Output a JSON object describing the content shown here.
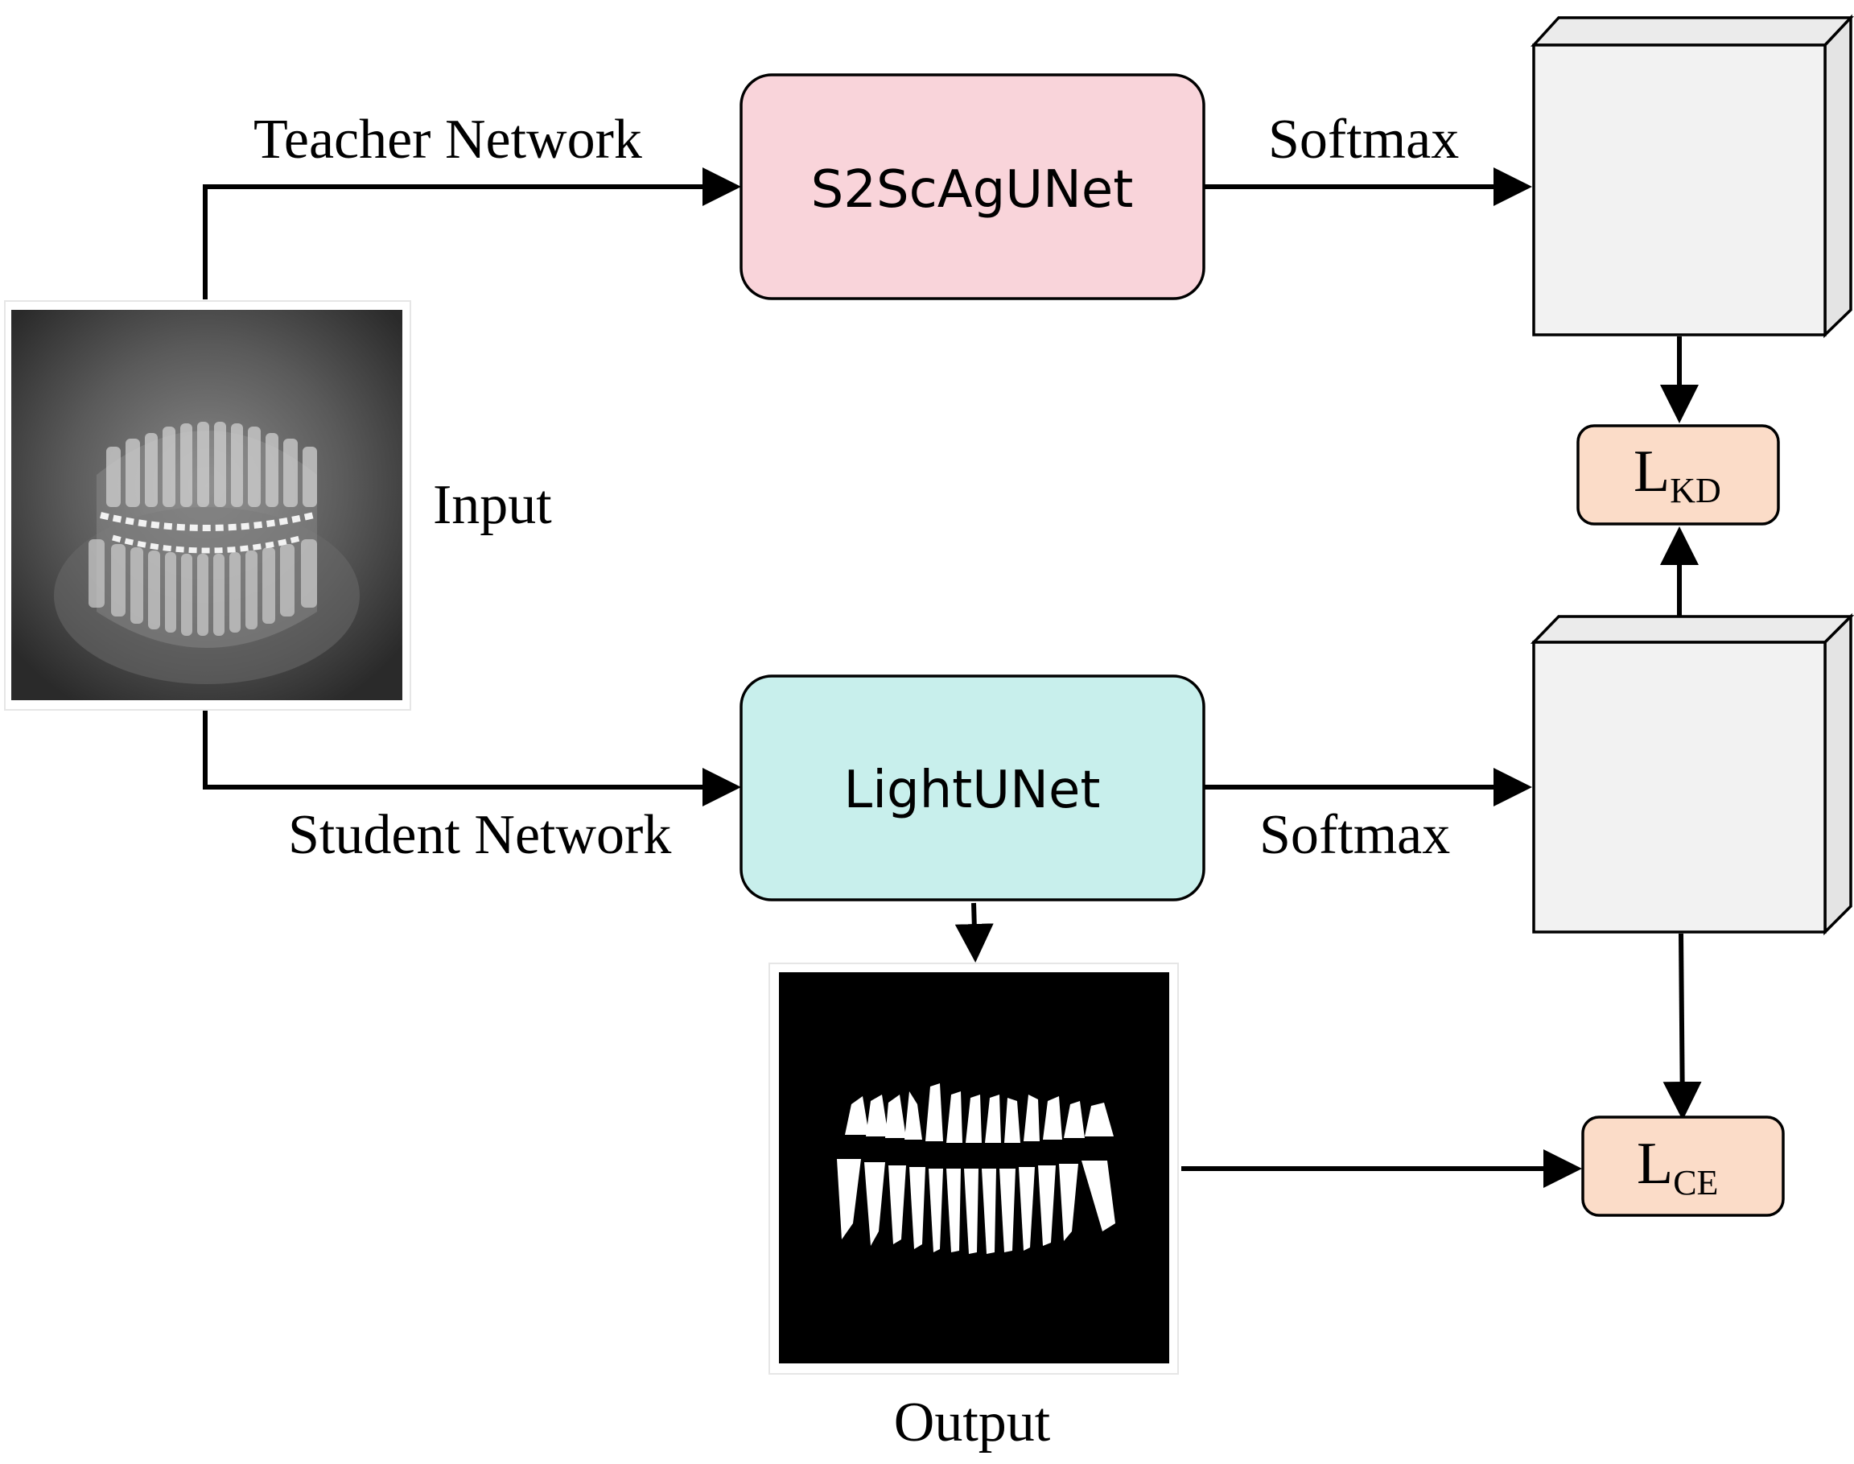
{
  "labels": {
    "teacher_network": "Teacher Network",
    "student_network": "Student Network",
    "input": "Input",
    "output": "Output",
    "softmax_top": "Softmax",
    "softmax_bottom": "Softmax"
  },
  "nodes": {
    "teacher_model": {
      "label": "S2ScAgUNet",
      "fill": "#f9d4da"
    },
    "student_model": {
      "label": "LightUNet",
      "fill": "#c8efec"
    },
    "loss_kd": {
      "main": "L",
      "sub": "KD",
      "fill": "#fbdcc8"
    },
    "loss_ce": {
      "main": "L",
      "sub": "CE",
      "fill": "#fbdcc8"
    }
  },
  "colors": {
    "prob_map_face": "#f2f2f2",
    "prob_map_side": "#e4e4e4",
    "stroke": "#000000",
    "mask_background": "#000000",
    "mask_foreground": "#ffffff"
  },
  "images": {
    "input": "dental panoramic x-ray",
    "output": "binary tooth segmentation mask"
  }
}
